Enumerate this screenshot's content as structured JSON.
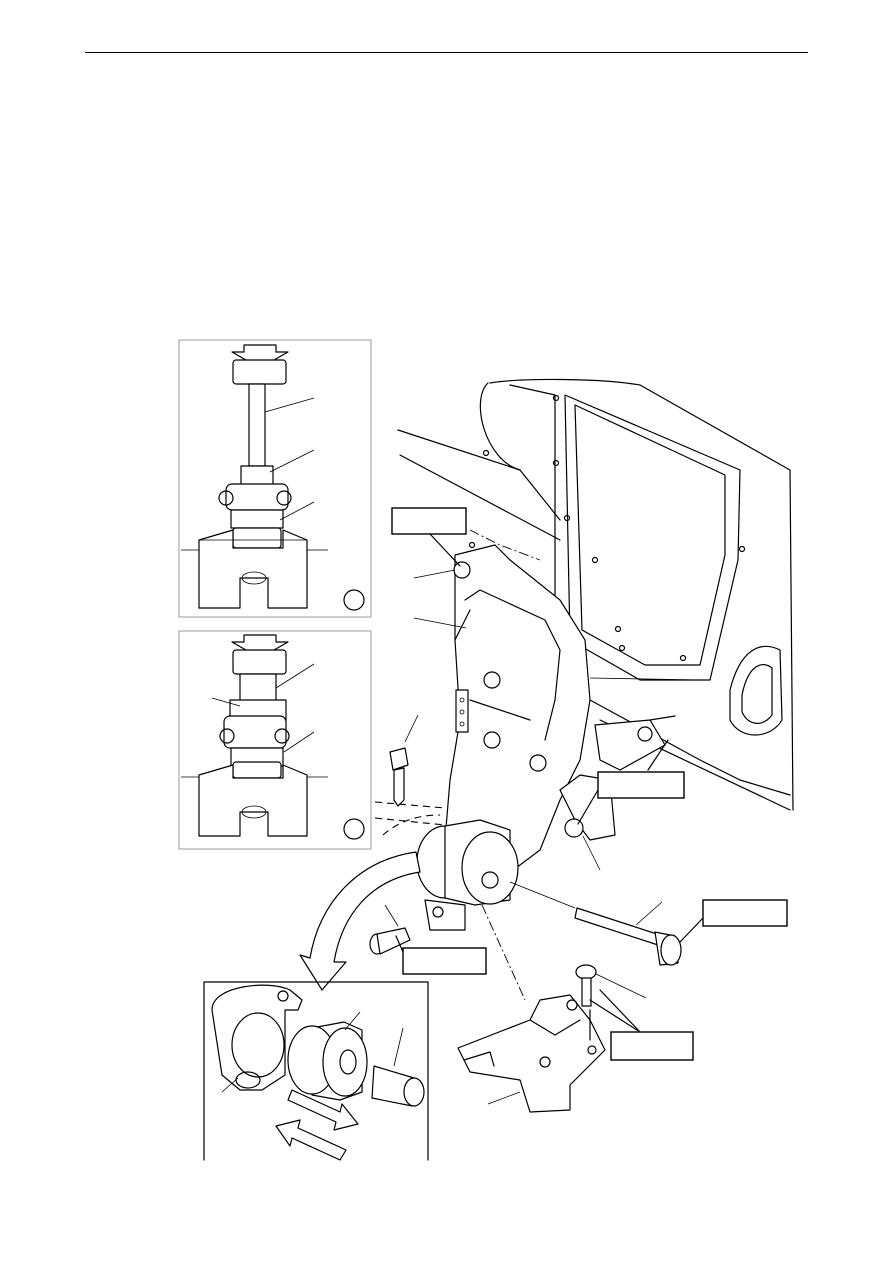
{
  "page": {
    "header_rule": true
  },
  "figure": {
    "detail_views": [
      "detail-view-press-step-1",
      "detail-view-press-step-2",
      "detail-view-bushing-exploded"
    ],
    "callout_boxes": [
      "",
      "",
      "",
      "",
      ""
    ]
  }
}
